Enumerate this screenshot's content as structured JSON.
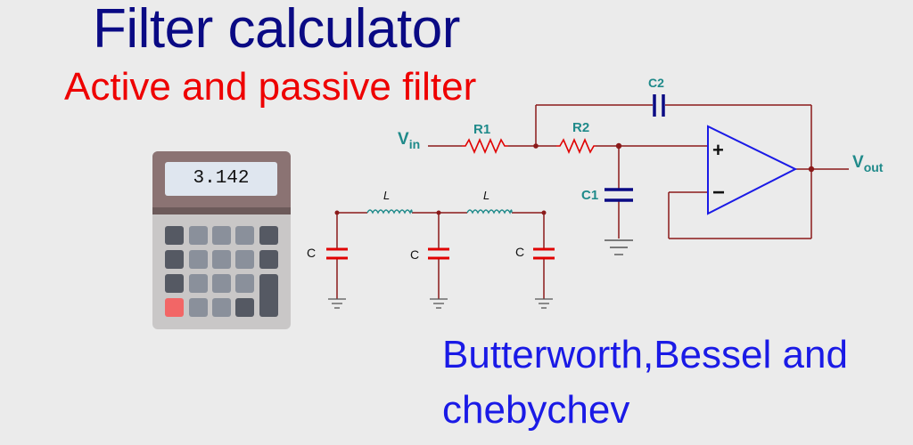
{
  "header": {
    "title": "Filter calculator",
    "subtitle": "Active and passive filter"
  },
  "calculator": {
    "display": "3.142"
  },
  "active_filter": {
    "vin_main": "V",
    "vin_sub": "in",
    "vout_main": "V",
    "vout_sub": "out",
    "r1": "R1",
    "r2": "R2",
    "c1": "C1",
    "c2": "C2",
    "plus": "+",
    "minus": "−"
  },
  "passive_filter": {
    "inductor_1": "L",
    "inductor_2": "L",
    "cap_1": "C",
    "cap_2": "C",
    "cap_3": "C"
  },
  "footer": {
    "line1": "Butterworth,Bessel and",
    "line2": "chebychev"
  },
  "colors": {
    "title": "#0a0a84",
    "subtitle": "#ee0000",
    "footer": "#1a1ae6",
    "wire": "#8b1a1a",
    "opamp": "#1a1ae6",
    "label": "#1f8a8a",
    "capacitor_passive": "#e00000",
    "capacitor_active": "#0a0a84",
    "inductor": "#1f8a8a"
  }
}
